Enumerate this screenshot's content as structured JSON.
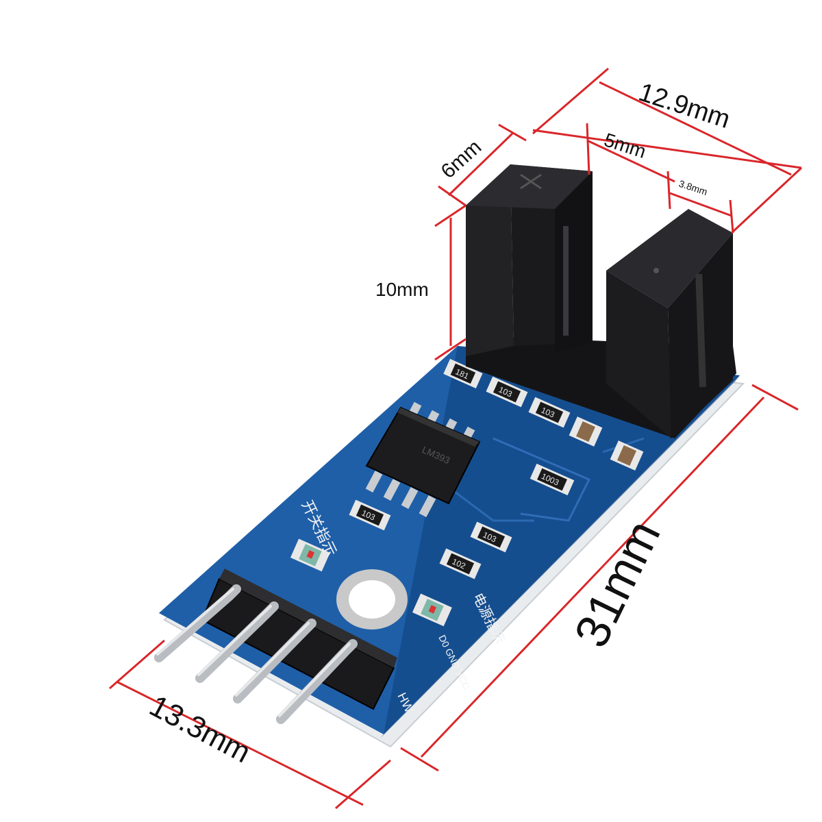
{
  "dimensions": {
    "overall_width": "12.9mm",
    "slot_width": "5mm",
    "arm_width": "3.8mm",
    "arm_depth": "6mm",
    "sensor_height": "10mm",
    "board_length": "31mm",
    "board_width": "13.3mm"
  },
  "silkscreen": {
    "side_left": "开关指示",
    "side_right": "电源指示",
    "pin_labels": "D0 GND VCC",
    "brand": "HW",
    "ic_marking": "LM393",
    "resistor_1": "181",
    "resistor_2": "103",
    "resistor_3": "103",
    "resistor_4": "1003",
    "resistor_5": "103",
    "resistor_6": "102",
    "resistor_7": "103"
  },
  "colors": {
    "dimension_line": "#d9262a",
    "pcb_blue": "#1f5fa8",
    "pcb_edge": "#0d3f7a",
    "sensor_black": "#1b1b1d",
    "pin_metal": "#c9ccd0"
  }
}
